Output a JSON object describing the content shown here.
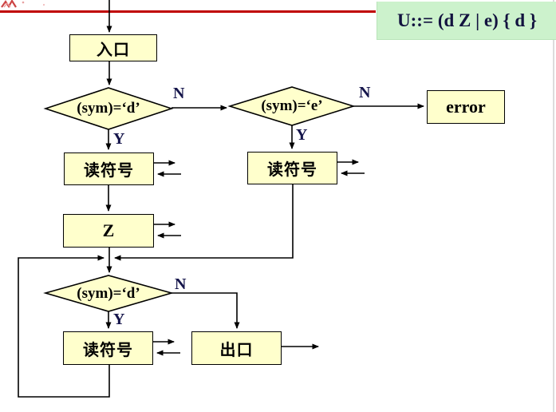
{
  "header": {
    "grammar": "U::= (d Z | e) { d }"
  },
  "nodes": {
    "entry": "入口",
    "cond1": "(sym)=‘d’",
    "cond2": "(sym)=‘e’",
    "cond3": "(sym)=‘d’",
    "read1": "读符号",
    "read2": "读符号",
    "read3": "读符号",
    "z": "Z",
    "error": "error",
    "exit": "出口"
  },
  "labels": {
    "yes": "Y",
    "no": "N"
  },
  "colors": {
    "node_fill": "#FFFFCC",
    "node_border": "#000000",
    "grammar_bg": "#CCF2CC",
    "grammar_text": "#12123f",
    "rule_line": "#C00000",
    "edge_label_text": "#15154b",
    "connector": "#000000"
  }
}
